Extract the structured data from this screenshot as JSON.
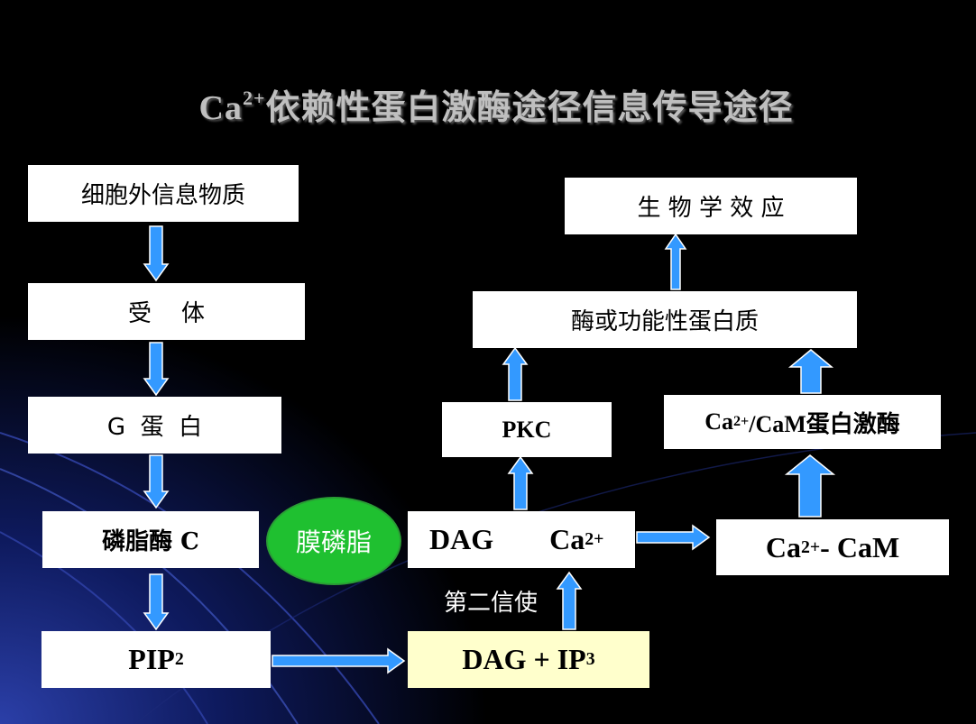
{
  "title": {
    "prefix": "Ca",
    "sup": "2+",
    "rest": "依赖性蛋白激酶途径信息传导途径"
  },
  "boxes": {
    "extracellular": "细胞外信息物质",
    "receptor": "受    体",
    "g_protein": "G  蛋  白",
    "plc": "磷脂酶 C",
    "pip2_main": "PIP",
    "pip2_sub": "2",
    "dag_ip3_main": "DAG + IP",
    "dag_ip3_sub": "3",
    "dag_ca_dag": "DAG",
    "dag_ca_ca": "Ca",
    "dag_ca_sup": "2+",
    "pkc": "PKC",
    "enzyme_protein": "酶或功能性蛋白质",
    "bio_effect": "生 物 学 效 应",
    "cam_kinase_ca": "Ca",
    "cam_kinase_sup": "2+",
    "cam_kinase_rest": "/CaM蛋白激酶",
    "ca_cam_ca": "Ca",
    "ca_cam_sup": "2+",
    "ca_cam_rest": "- CaM"
  },
  "membrane_phospholipid": "膜磷脂",
  "second_messenger_label": "第二信使",
  "colors": {
    "background": "#000000",
    "arrow_fill": "#3399ff",
    "arrow_stroke": "#ffffff",
    "oval_fill": "#1fc030",
    "yellow_box": "#ffffcc"
  }
}
